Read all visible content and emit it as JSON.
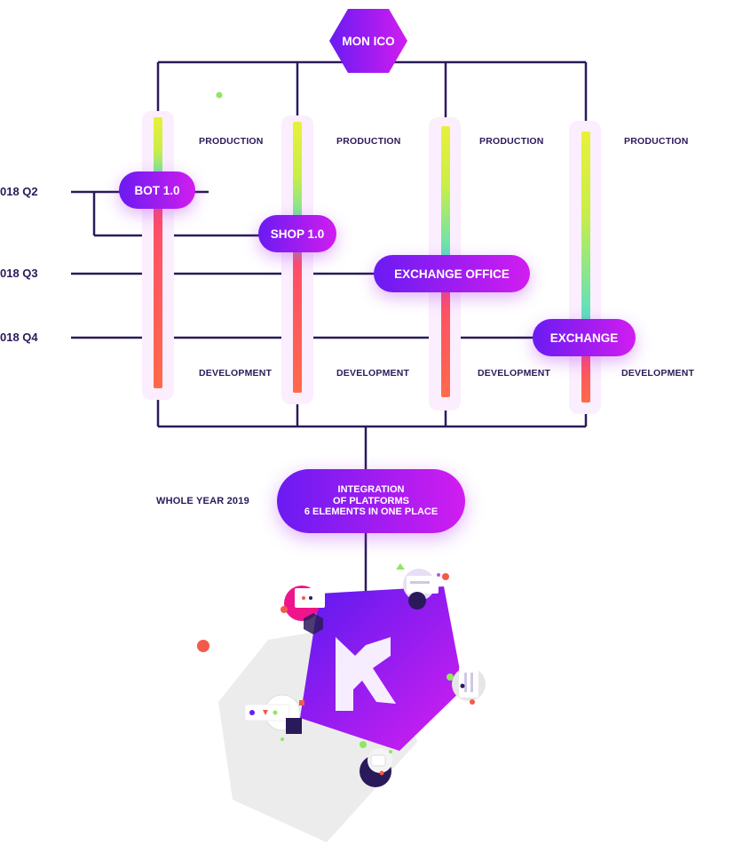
{
  "top_node": {
    "label": "MON ICO"
  },
  "columns": [
    {
      "production_label": "PRODUCTION",
      "development_label": "DEVELOPMENT",
      "milestone": "BOT 1.0"
    },
    {
      "production_label": "PRODUCTION",
      "development_label": "DEVELOPMENT",
      "milestone": "SHOP 1.0"
    },
    {
      "production_label": "PRODUCTION",
      "development_label": "DEVELOPMENT",
      "milestone": "EXCHANGE OFFICE"
    },
    {
      "production_label": "PRODUCTION",
      "development_label": "DEVELOPMENT",
      "milestone": "EXCHANGE"
    }
  ],
  "quarters": [
    "018 Q2",
    "018 Q3",
    "018 Q4"
  ],
  "integration": {
    "period_label": "WHOLE YEAR 2019",
    "lines": [
      "INTEGRATION",
      "OF PLATFORMS",
      "6 ELEMENTS IN ONE PLACE"
    ]
  },
  "colors": {
    "line": "#2b1a5a",
    "accent_start": "#6a1bf2",
    "accent_end": "#d11df0",
    "bar_top": "#e8f03a",
    "bar_mid": "#5de0c0",
    "bar_bottom": "#ff4d6a"
  }
}
